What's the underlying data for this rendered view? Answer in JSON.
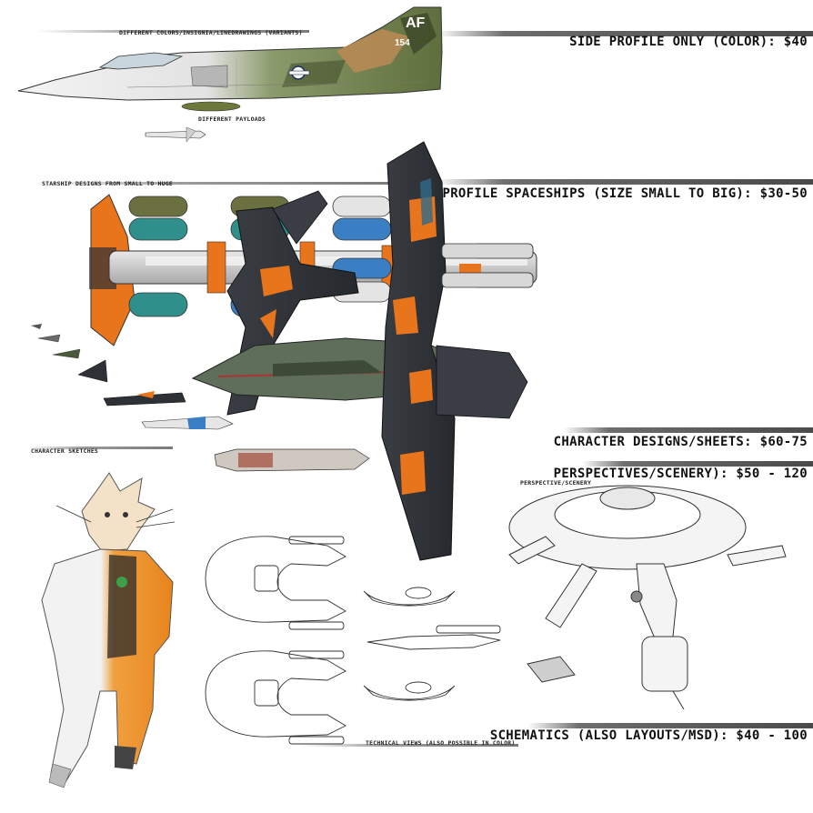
{
  "sections": {
    "side_profile": {
      "price": "SIDE PROFILE ONLY (COLOR): $40"
    },
    "spaceships": {
      "price": "SIDE PROFILE SPACESHIPS (SIZE SMALL TO BIG): $30-50"
    },
    "characters": {
      "price": "CHARACTER DESIGNS/SHEETS: $60-75"
    },
    "perspectives": {
      "price": "PERSPECTIVES/SCENERY): $50 - 120"
    },
    "schematics": {
      "price": "SCHEMATICS (ALSO LAYOUTS/MSD): $40 - 100"
    }
  },
  "captions": {
    "variants": "DIFFERENT COLORS/INSIGNIA/LINEDRAWINGS (VARIANTS)",
    "payloads": "DIFFERENT PAYLOADS",
    "starships": "STARSHIP DESIGNS FROM SMALL TO HUGE",
    "character_sketches": "CHARACTER SKETCHES",
    "perspective_scenery": "PERSPECTIVE/SCENERY",
    "technical_views": "TECHNICAL VIEWS (ALSO POSSIBLE IN COLOR)"
  },
  "jet": {
    "tail_code": "AF",
    "tail_number": "154"
  },
  "colors": {
    "orange": "#e8741c",
    "dark_hull": "#2e3136",
    "camo_green": "#5e6e3c",
    "camo_tan": "#b88a55",
    "teal_pod": "#2f8f8a",
    "blue_pod": "#3a7fc4",
    "olive_pod": "#6b7040"
  }
}
